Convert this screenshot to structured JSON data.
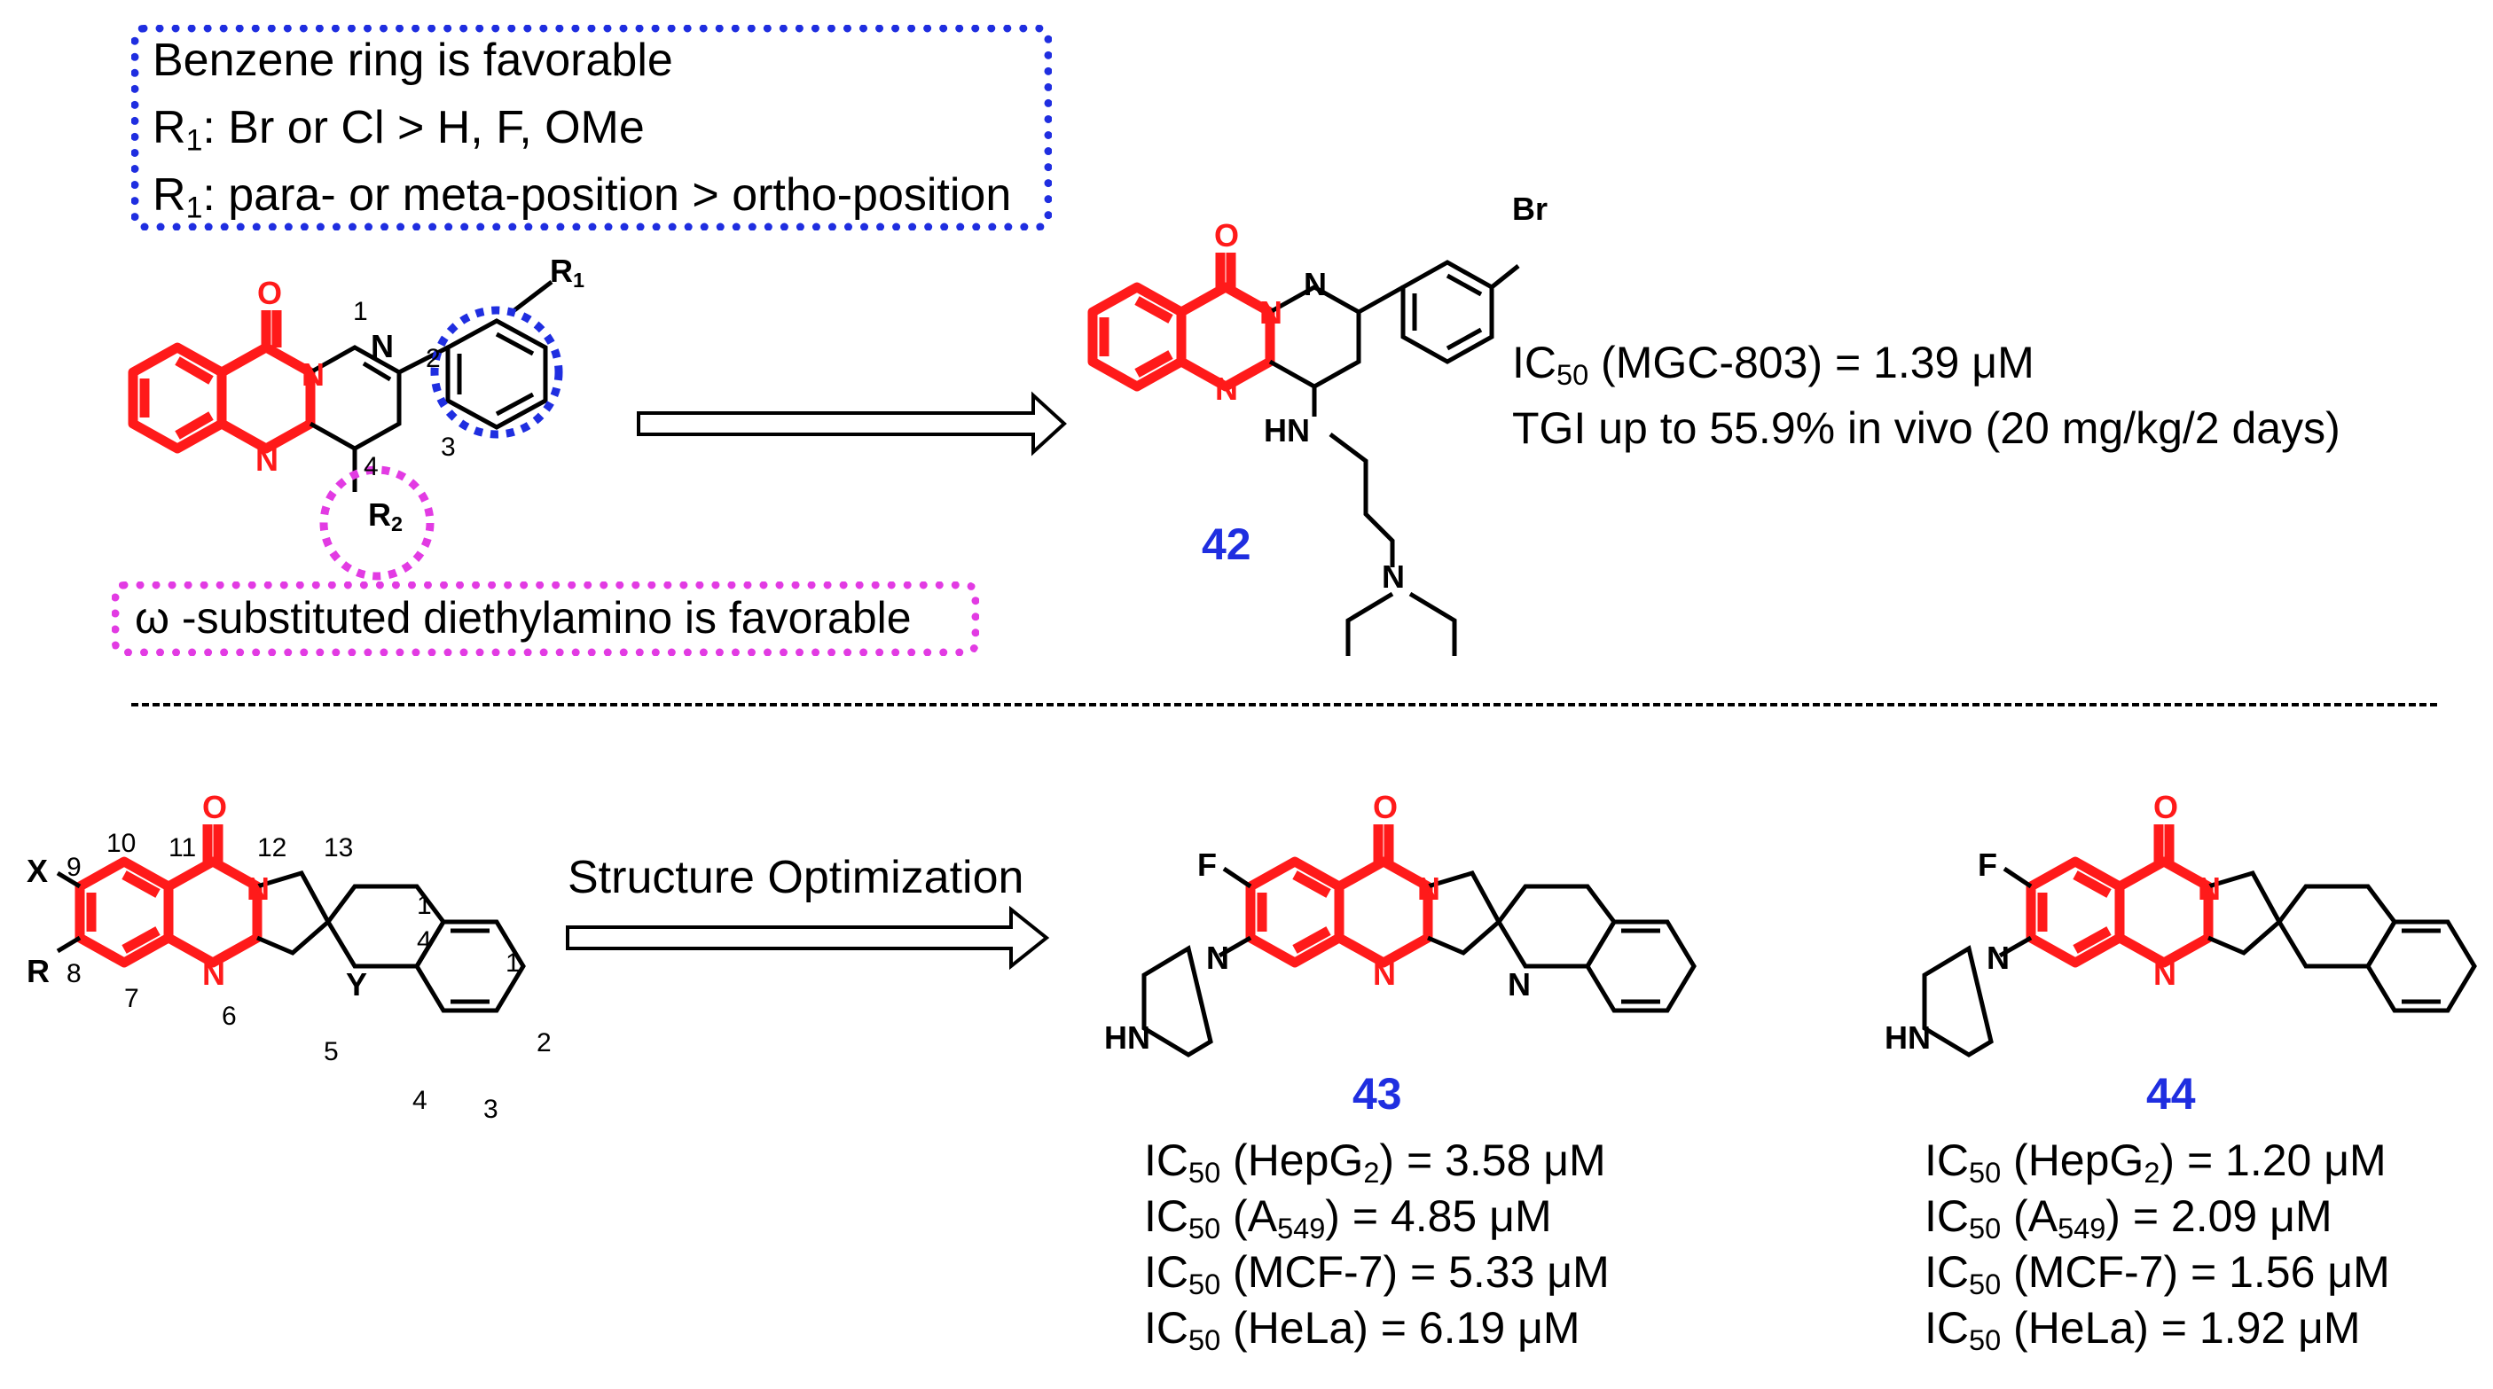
{
  "sar_notes": {
    "rule1": "Benzene ring is favorable",
    "rule2_prefix": "R",
    "rule2_sub": "1",
    "rule2_text": ": Br or Cl > H, F,  OMe",
    "rule3_prefix": "R",
    "rule3_sub": "1",
    "rule3_text": ": para- or meta-position > ortho-position",
    "omega_note": "ω -substituted diethylamino is favorable"
  },
  "scaffold_top": {
    "atoms": {
      "O": "O",
      "N": "N",
      "R": "R"
    },
    "numbers": {
      "n1": "1",
      "n2": "2",
      "n3": "3",
      "n4": "4",
      "r1_sub": "1",
      "r2_sub": "2"
    }
  },
  "compound_42": {
    "label": "42",
    "atoms": {
      "O": "O",
      "N": "N",
      "Br": "Br",
      "HN": "HN"
    },
    "ic50_prefix": "IC",
    "ic50_sub": "50",
    "ic50_text": " (MGC-803) = 1.39 μM",
    "tgi_text": "TGI up to 55.9% in vivo (20 mg/kg/2 days)"
  },
  "scaffold_bottom": {
    "atoms": {
      "O": "O",
      "N": "N",
      "X": "X",
      "R": "R",
      "Y": "Y"
    },
    "numbers": [
      "10",
      "9",
      "8",
      "7",
      "6",
      "11",
      "12",
      "13",
      "5",
      "1",
      "4",
      "1",
      "2",
      "3",
      "4"
    ]
  },
  "arrow_label": "Structure Optimization",
  "compound_43": {
    "label": "43",
    "atoms": {
      "O": "O",
      "F": "F",
      "N": "N",
      "HN": "HN"
    },
    "ic50": [
      {
        "pre": "IC",
        "sub": "50",
        "cell_pre": " (HepG",
        "cell_sub": "2",
        "post": ") = 3.58 μM"
      },
      {
        "pre": "IC",
        "sub": "50",
        "cell_pre": " (A",
        "cell_sub": "549",
        "post": ") = 4.85 μM"
      },
      {
        "pre": "IC",
        "sub": "50",
        "cell_pre": " (MCF-7",
        "cell_sub": "",
        "post": ") = 5.33 μM"
      },
      {
        "pre": "IC",
        "sub": "50",
        "cell_pre": " (HeLa",
        "cell_sub": "",
        "post": ") = 6.19 μM"
      }
    ]
  },
  "compound_44": {
    "label": "44",
    "atoms": {
      "O": "O",
      "F": "F",
      "N": "N",
      "HN": "HN"
    },
    "ic50": [
      {
        "pre": "IC",
        "sub": "50",
        "cell_pre": " (HepG",
        "cell_sub": "2",
        "post": ") = 1.20 μM"
      },
      {
        "pre": "IC",
        "sub": "50",
        "cell_pre": " (A",
        "cell_sub": "549",
        "post": ") = 2.09 μM"
      },
      {
        "pre": "IC",
        "sub": "50",
        "cell_pre": " (MCF-7",
        "cell_sub": "",
        "post": ") = 1.56 μM"
      },
      {
        "pre": "IC",
        "sub": "50",
        "cell_pre": " (HeLa",
        "cell_sub": "",
        "post": ") = 1.92 μM"
      }
    ]
  },
  "colors": {
    "scaffold_red": "#ff1a1a",
    "note_blue": "#1f2ee0",
    "note_magenta": "#e23be3",
    "label_blue": "#1f2ee0"
  }
}
